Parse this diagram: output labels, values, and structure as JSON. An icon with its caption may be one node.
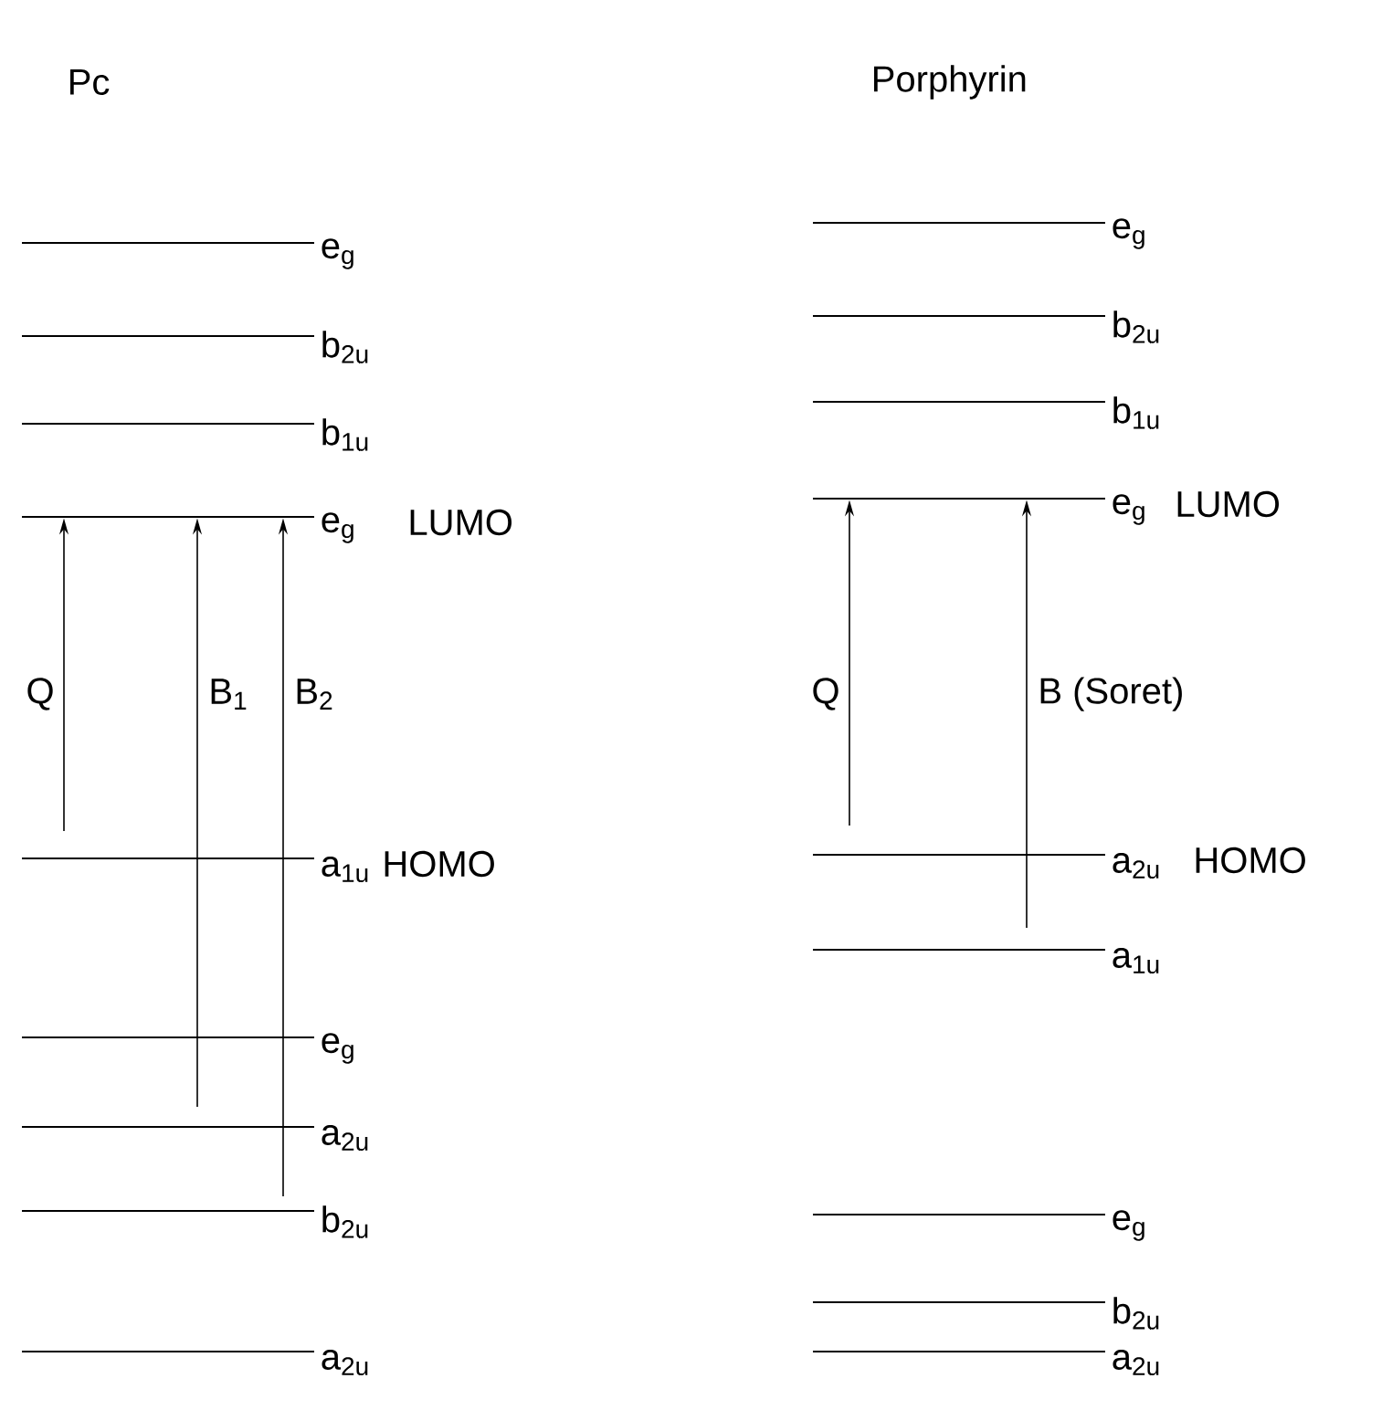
{
  "diagram": {
    "nodes": [
      {
        "text": [
          "e$_{g}$"
        ]
      },
      {
        "text": [
          "b$_{2u}$"
        ]
      },
      {
        "text": [
          "b$_{1u}$"
        ]
      },
      {
        "text": [
          "e$_{g}$"
        ],
        "beside": [
          "LUMO"
        ]
      },
      {
        "text": [
          "a$_{1u}$"
        ],
        "beside": [
          "HOMO"
        ]
      },
      {
        "text": [
          "e$_{g}$"
        ]
      },
      {
        "text": [
          "a$_{2u}$"
        ]
      },
      {
        "text": [
          "b$_{2u}$"
        ]
      },
      {
        "text": [
          "a$_{2u}$"
        ]
      },
      {
        "text": [
          "e$_{g}$"
        ]
      },
      {
        "text": [
          "b$_{2u}$"
        ]
      },
      {
        "text": [
          "b$_{1u}$"
        ]
      },
      {
        "text": [
          "e$_{g}$"
        ],
        "beside": [
          "LUMO"
        ]
      },
      {
        "text": [
          "a$_{2u}$"
        ],
        "beside": [
          "HOMO"
        ]
      },
      {
        "text": [
          "a$_{1u}$"
        ]
      },
      {
        "text": [
          "e$_{g}$"
        ]
      },
      {
        "text": [
          "b$_{2u}$"
        ]
      },
      {
        "text": [
          "a$_{2u}$"
        ]
      }
    ],
    "edges": [
      {
        "from": 4,
        "to": 3,
        "arrow": "to",
        "label": "Q"
      },
      {
        "from": 6,
        "to": 3,
        "arrow": "to",
        "label": "B$_{1}$"
      },
      {
        "from": 7,
        "to": 3,
        "arrow": "to",
        "label": "B$_{2}$"
      },
      {
        "from": 13,
        "to": 12,
        "arrow": "to",
        "label": "Q"
      },
      {
        "from": 14,
        "to": 12,
        "arrow": "to",
        "label": "B (Soret)"
      }
    ],
    "labels": [
      "Pc",
      "Porphyrin"
    ]
  }
}
